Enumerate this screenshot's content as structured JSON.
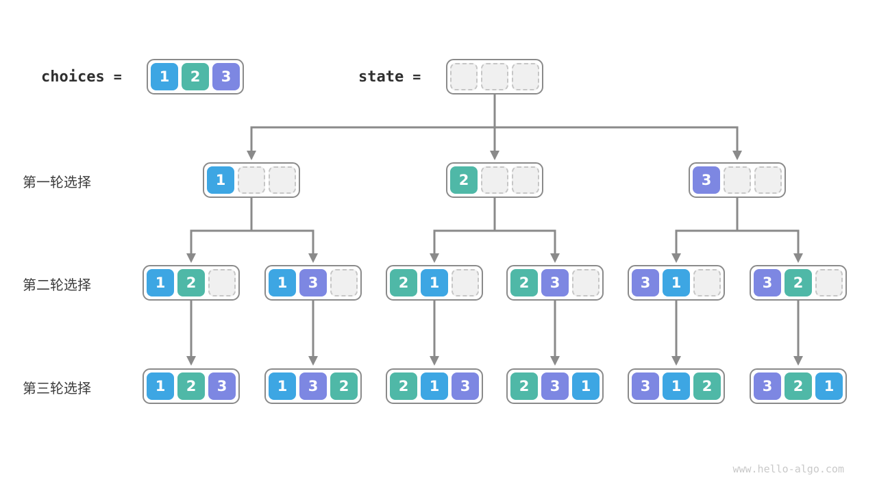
{
  "colors": {
    "value1": "#3da6e3",
    "value2": "#4fb8a7",
    "value3": "#7d87e2",
    "line": "#8a8a8a",
    "label": "#3c3c3c"
  },
  "header": {
    "choices_label": "choices",
    "state_label": "state",
    "equals": "=",
    "choices": [
      "1",
      "2",
      "3"
    ],
    "state": [
      "",
      "",
      ""
    ]
  },
  "rows": [
    {
      "label": "第一轮选择",
      "nodes": [
        [
          "1",
          "",
          ""
        ],
        [
          "2",
          "",
          ""
        ],
        [
          "3",
          "",
          ""
        ]
      ]
    },
    {
      "label": "第二轮选择",
      "nodes": [
        [
          "1",
          "2",
          ""
        ],
        [
          "1",
          "3",
          ""
        ],
        [
          "2",
          "1",
          ""
        ],
        [
          "2",
          "3",
          ""
        ],
        [
          "3",
          "1",
          ""
        ],
        [
          "3",
          "2",
          ""
        ]
      ]
    },
    {
      "label": "第三轮选择",
      "nodes": [
        [
          "1",
          "2",
          "3"
        ],
        [
          "1",
          "3",
          "2"
        ],
        [
          "2",
          "1",
          "3"
        ],
        [
          "2",
          "3",
          "1"
        ],
        [
          "3",
          "1",
          "2"
        ],
        [
          "3",
          "2",
          "1"
        ]
      ]
    }
  ],
  "footer": {
    "watermark": "www.hello-algo.com"
  }
}
